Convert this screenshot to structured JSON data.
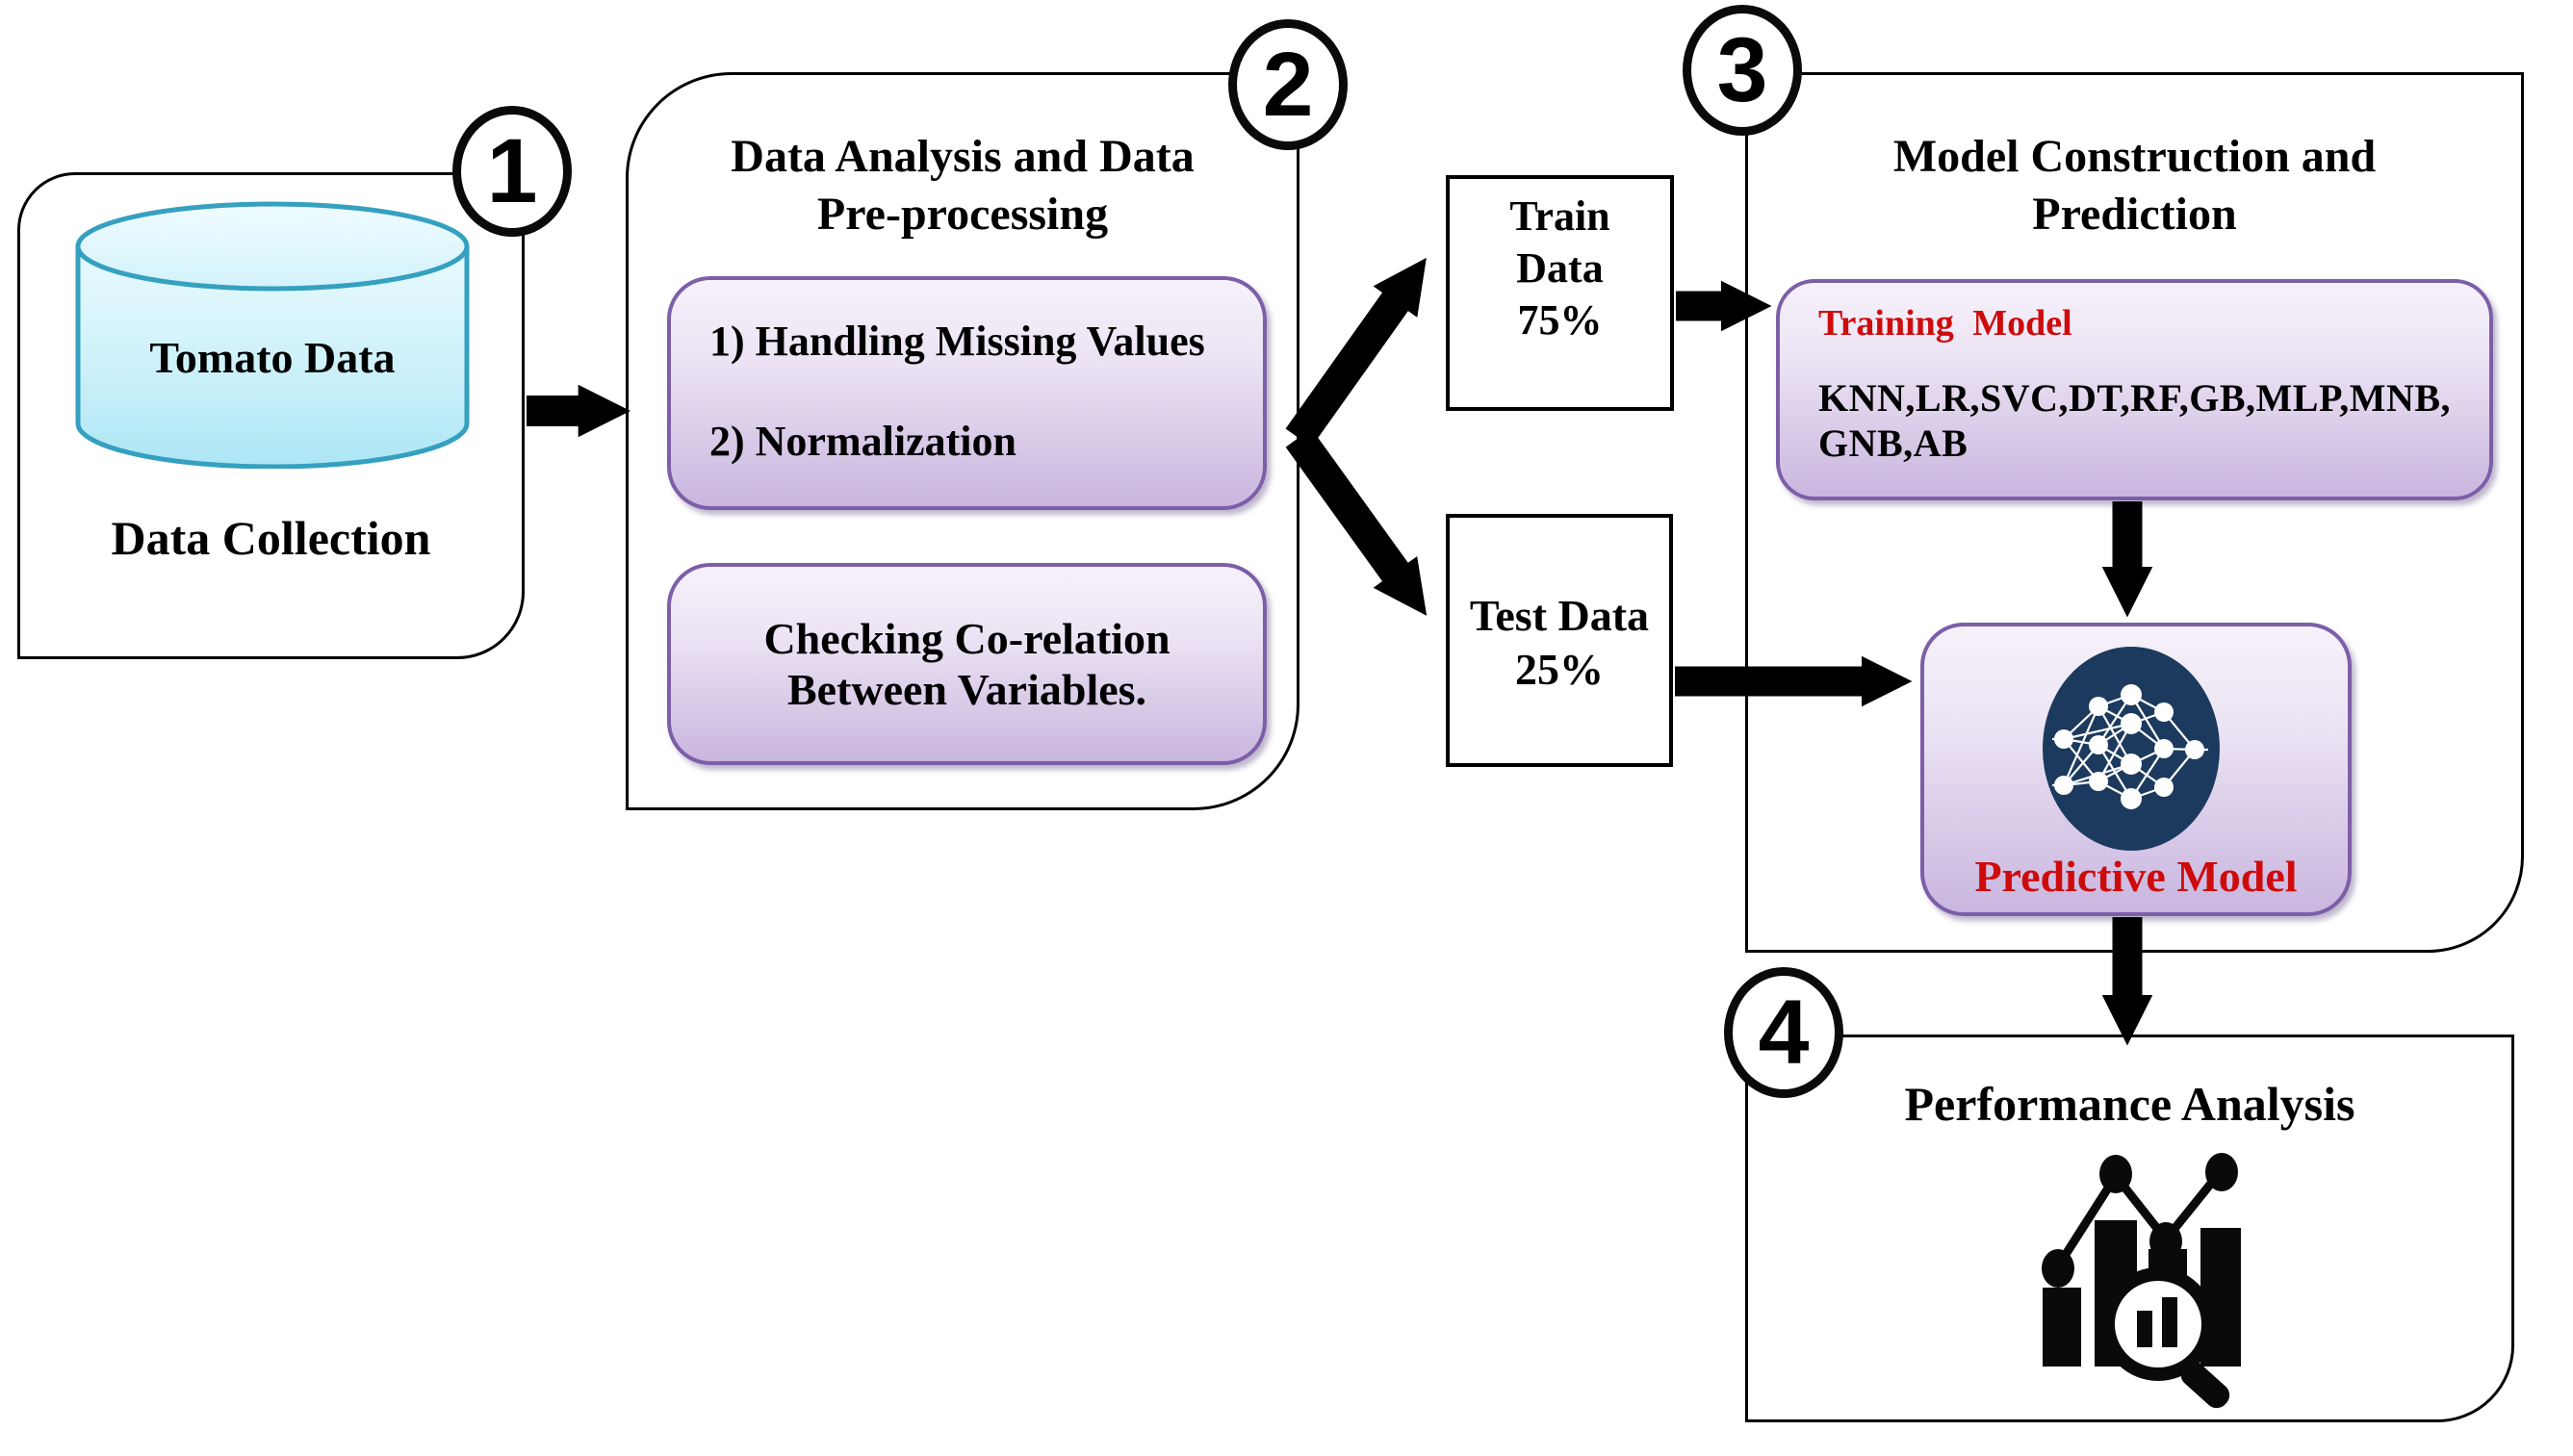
{
  "diagram": {
    "type": "ml-pipeline-flowchart",
    "stages": {
      "s1": {
        "number": "1",
        "title": "Data Collection",
        "cylinder_label": "Tomato Data"
      },
      "s2": {
        "number": "2",
        "title_line1": "Data Analysis and Data",
        "title_line2": "Pre-processing",
        "box1_line1": "1) Handling Missing Values",
        "box1_line2": "2) Normalization",
        "box2_line1": "Checking Co-relation",
        "box2_line2": "Between Variables."
      },
      "split": {
        "train_line1": "Train",
        "train_line2": "Data",
        "train_line3": "75%",
        "test_line1": "Test Data",
        "test_line2": "25%"
      },
      "s3": {
        "number": "3",
        "title_line1": "Model Construction and",
        "title_line2": "Prediction",
        "training_label": "Training Model",
        "algorithms": "KNN,LR,SVC,DT,RF,GB,MLP,MNB,GNB,AB",
        "predictive_label": "Predictive Model"
      },
      "s4": {
        "number": "4",
        "title": "Performance Analysis"
      }
    },
    "icons": {
      "cylinder": "database-cylinder-icon",
      "predictive": "neural-network-icon",
      "performance": "chart-magnifier-icon"
    },
    "colors": {
      "purple_border": "#7d5ea8",
      "purple_gradient_top": "#f6f1fa",
      "purple_gradient_bottom": "#c9b6df",
      "cylinder_stroke": "#35a0c0",
      "cylinder_fill_light": "#e9fafe",
      "cylinder_fill_dark": "#ade6f5",
      "navy_circle": "#1c3a5e",
      "red_label": "#ce0b0b",
      "line_black": "#000000"
    }
  }
}
